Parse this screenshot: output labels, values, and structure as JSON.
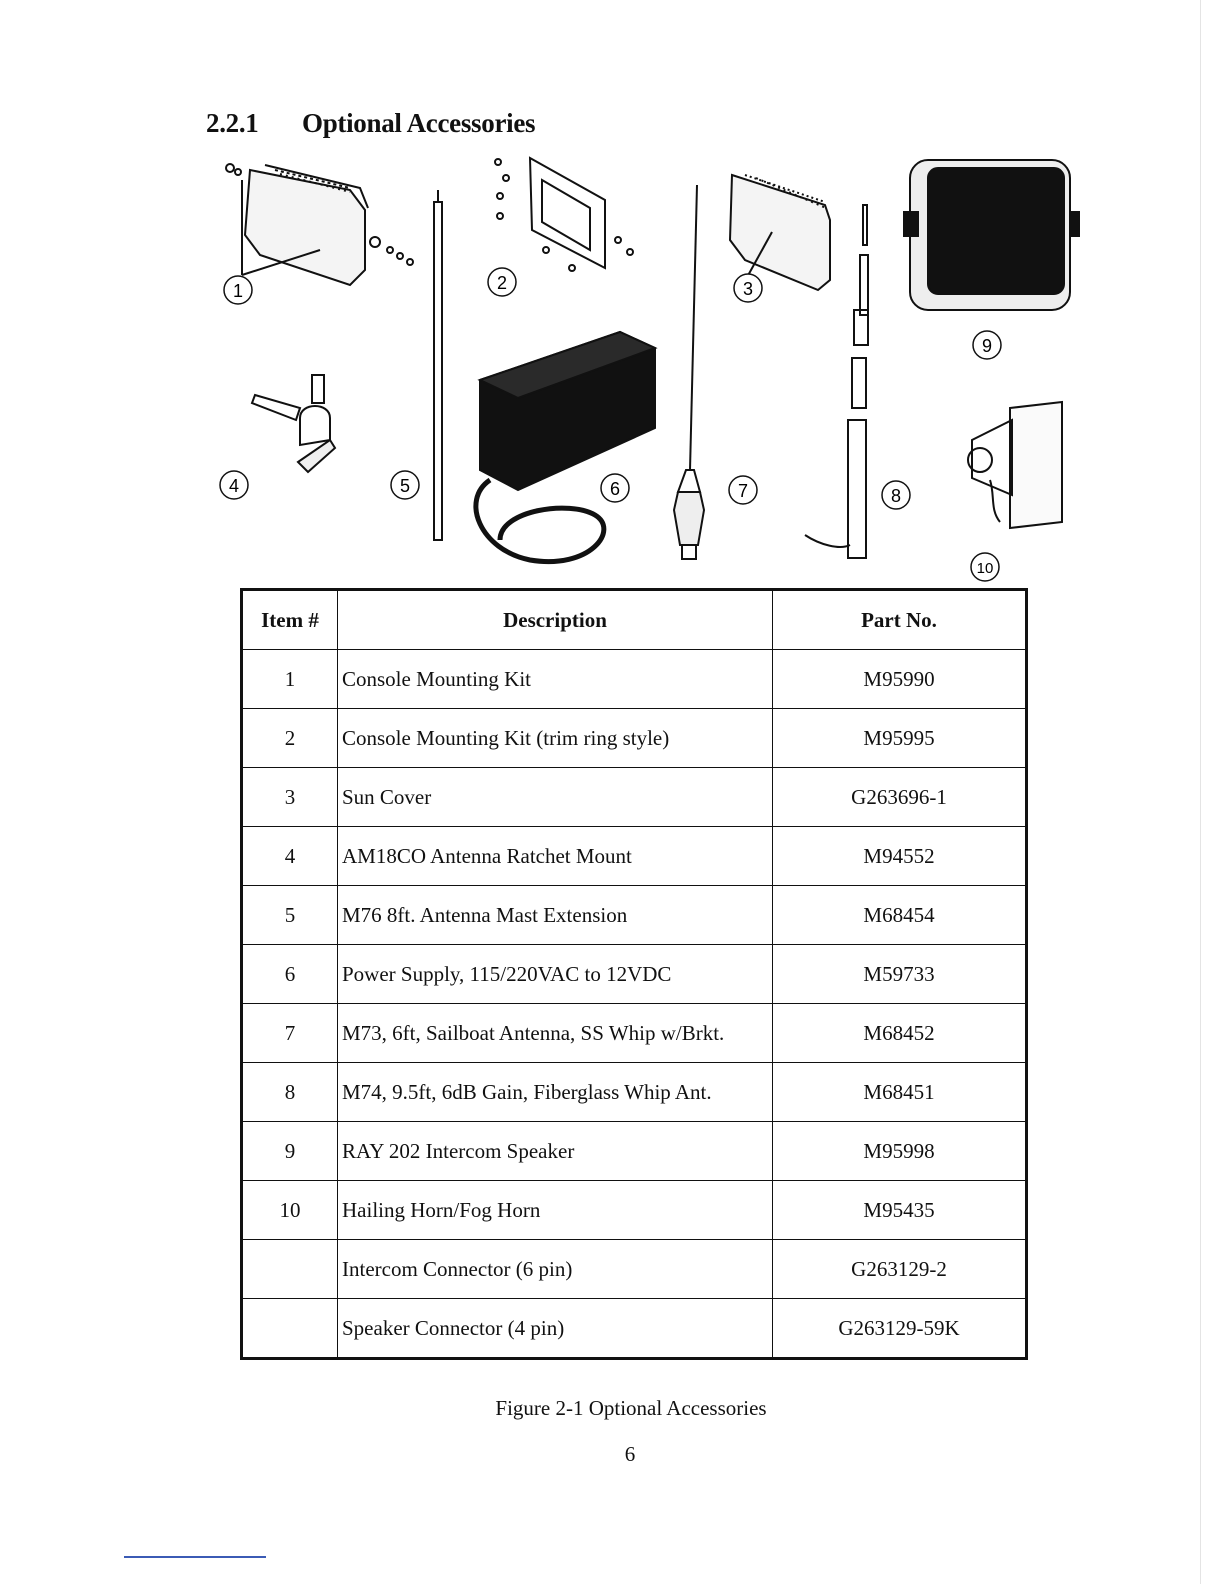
{
  "section": {
    "number": "2.2.1",
    "title": "Optional Accessories"
  },
  "callouts": [
    "1",
    "2",
    "3",
    "4",
    "5",
    "6",
    "7",
    "8",
    "9",
    "10"
  ],
  "table": {
    "headers": {
      "item": "Item #",
      "description": "Description",
      "part": "Part No."
    },
    "rows": [
      {
        "item": "1",
        "description": "Console Mounting Kit",
        "part": "M95990"
      },
      {
        "item": "2",
        "description": "Console Mounting Kit (trim ring style)",
        "part": "M95995"
      },
      {
        "item": "3",
        "description": "Sun Cover",
        "part": "G263696-1"
      },
      {
        "item": "4",
        "description": "AM18CO Antenna Ratchet Mount",
        "part": "M94552"
      },
      {
        "item": "5",
        "description": "M76 8ft. Antenna Mast Extension",
        "part": "M68454"
      },
      {
        "item": "6",
        "description": "Power Supply, 115/220VAC to 12VDC",
        "part": "M59733"
      },
      {
        "item": "7",
        "description": "M73, 6ft, Sailboat Antenna, SS Whip w/Brkt.",
        "part": "M68452"
      },
      {
        "item": "8",
        "description": "M74, 9.5ft, 6dB Gain, Fiberglass Whip Ant.",
        "part": "M68451"
      },
      {
        "item": "9",
        "description": "RAY 202 Intercom Speaker",
        "part": "M95998"
      },
      {
        "item": "10",
        "description": "Hailing Horn/Fog Horn",
        "part": "M95435"
      },
      {
        "item": "",
        "description": "Intercom Connector (6 pin)",
        "part": "G263129-2"
      },
      {
        "item": "",
        "description": "Speaker Connector (4 pin)",
        "part": "G263129-59K"
      }
    ]
  },
  "caption": "Figure 2-1 Optional Accessories",
  "page_number": "6"
}
